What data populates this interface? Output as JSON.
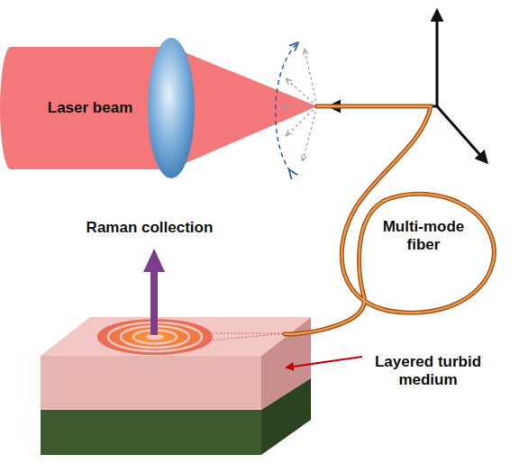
{
  "diagram": {
    "labels": [
      "Laser beam",
      "Multi-mode fiber",
      "Raman collection",
      "Layered turbid medium"
    ]
  }
}
